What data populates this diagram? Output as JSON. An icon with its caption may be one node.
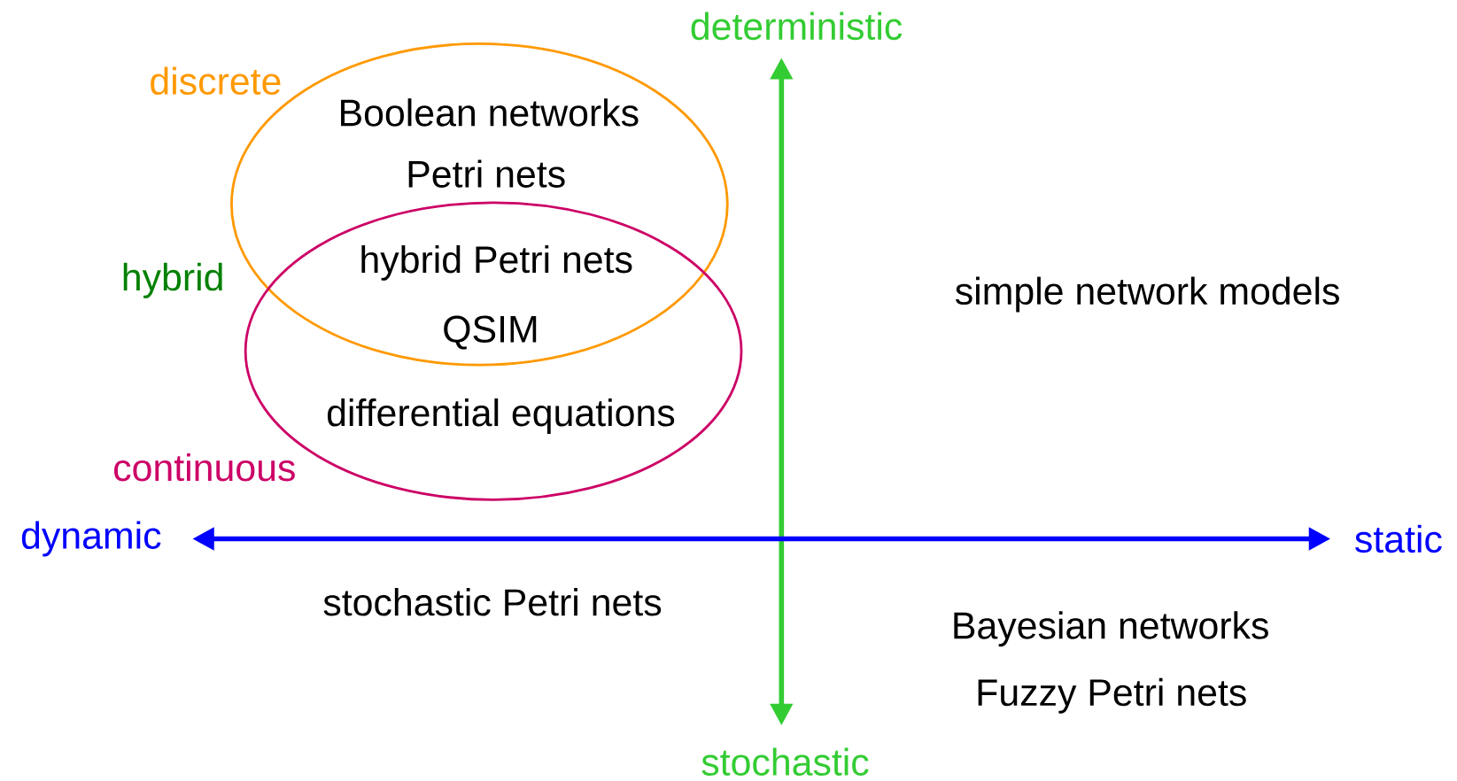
{
  "diagram": {
    "nodes": [
      {
        "text": [
          "discrete",
          "Boolean networks",
          "Petri nets"
        ]
      },
      {
        "text": [
          "continuous",
          "differential equations"
        ]
      }
    ],
    "labels": [
      "deterministic",
      "hybrid",
      "hybrid Petri nets",
      "QSIM",
      "simple network models",
      "dynamic",
      "static",
      "stochastic Petri nets",
      "Bayesian networks",
      "Fuzzy Petri nets",
      "stochastic"
    ]
  }
}
